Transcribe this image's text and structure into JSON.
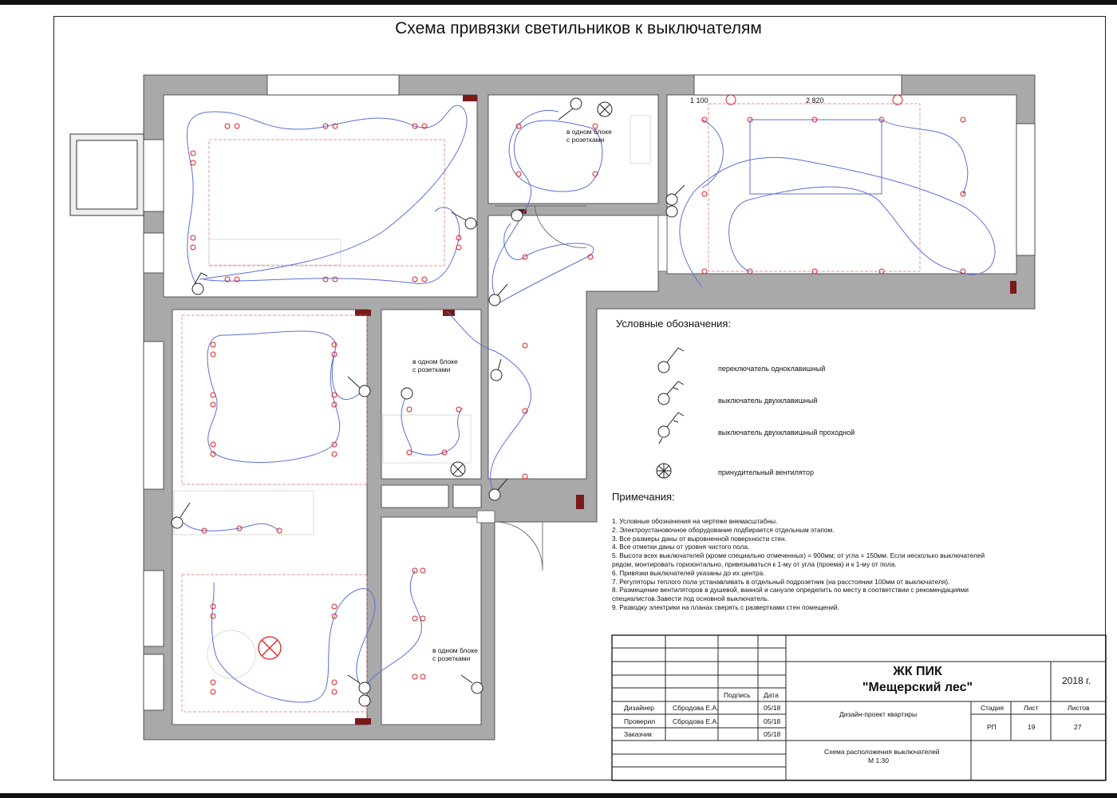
{
  "title": "Схема привязки светильников к выключателям",
  "plan_labels": {
    "block1_line1": "в одном блоке",
    "block1_line2": "с розетками",
    "block2_line1": "в одном блоке",
    "block2_line2": "с розетками",
    "block3_line1": "в одном блоке",
    "block3_line2": "с розетками",
    "dim1": "1 100",
    "dim2": "2 820"
  },
  "legend": {
    "title": "Условные обозначения:",
    "items": [
      "переключатель одноклавишный",
      "выключатель двухклавишный",
      "выключатель двухклавишный проходной",
      "принудительный вентилятор"
    ]
  },
  "notes": {
    "title": "Примечания:",
    "items": [
      "1. Условные обозначения на чертеже внемасштабны.",
      "2. Электроустановочное оборудование подбирается отдельным этапом.",
      "3. Все размеры даны от выровненной поверхности стен.",
      "4. Все отметки даны от уровня чистого пола.",
      "5. Высота всех выключателей (кроме специально отмеченных) = 900мм; от угла = 150мм. Если несколько выключателей рядом, монтировать горизонтально, привязываться к 1-му от угла (проема) и к 1-му от пола.",
      "6. Привязки выключателей указаны до их центра.",
      "7. Регуляторы теплого пола устанавливать в отдельный подрозетник (на расстоянии 100мм от выключателя).",
      "8. Размещение вентиляторов в душевой, ванной и санузле определить по месту в соответствии с рекомендациями специалистов.Завести под основной выключатель.",
      "9. Разводку электрики на планах сверять с развертками стен помещений."
    ]
  },
  "title_block": {
    "project_line1": "ЖК ПИК",
    "project_line2": "\"Мещерский лес\"",
    "year": "2018 г.",
    "col_sign": "Подпись",
    "col_date": "Дата",
    "roles": [
      {
        "role": "Дизайнер",
        "name": "Сбродова Е.А.",
        "date": "05/18"
      },
      {
        "role": "Проверил",
        "name": "Сбродова Е.А.",
        "date": "05/18"
      },
      {
        "role": "Заказчик",
        "name": "",
        "date": "05/18"
      }
    ],
    "doc_title": "Дизайн-проект квартиры",
    "stage_label": "Стадия",
    "sheet_label": "Лист",
    "sheets_label": "Листов",
    "stage": "РП",
    "sheet": "19",
    "sheets": "27",
    "drawing_name": "Схема расположения выключателей",
    "scale": "М 1:30"
  },
  "colors": {
    "wall": "#a9a9a9",
    "wire": "#5b6fd6",
    "fixture": "#e02020",
    "accent": "#7a1a1a"
  }
}
